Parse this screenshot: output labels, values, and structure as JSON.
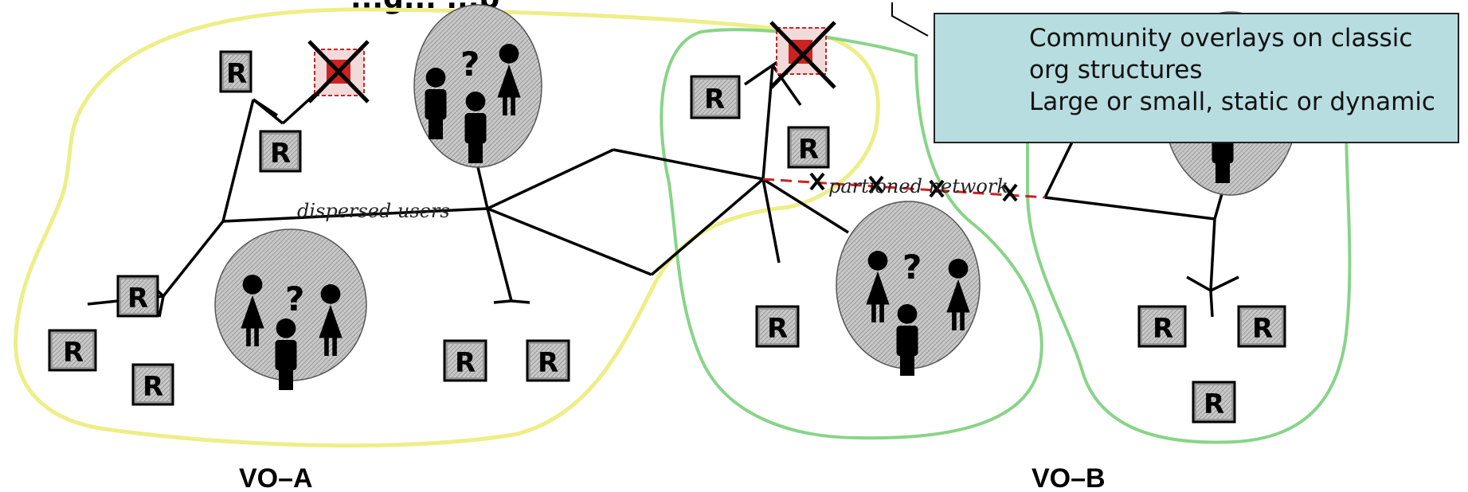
{
  "header": {
    "partial_title": "...g... ...p"
  },
  "callout": {
    "lines": [
      "Community overlays on classic",
      "org structures",
      "Large or small, static or dynamic"
    ]
  },
  "diagram": {
    "resource_label": "R",
    "unknown_user_mark": "?",
    "labels": {
      "dispersed_users": "dispersed users",
      "partitioned_network": "partioned network"
    },
    "organizations": [
      "VO–A",
      "VO–B"
    ],
    "colors": {
      "vo_a_outline": "#eeee88",
      "vo_b_outline": "#88d488",
      "failure_mark": "#cc2222",
      "callout_fill": "#b8dde0"
    }
  }
}
